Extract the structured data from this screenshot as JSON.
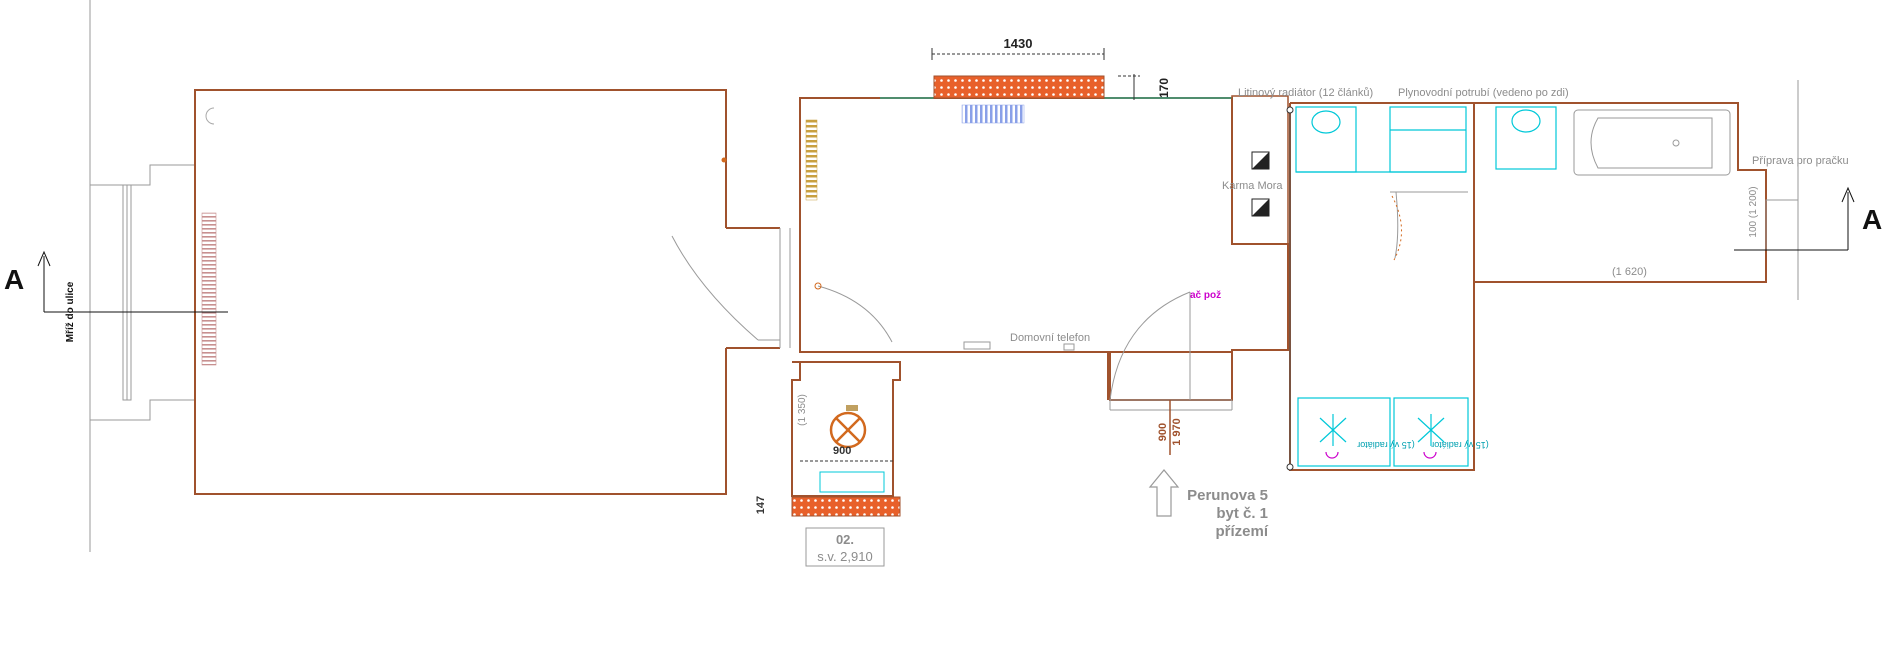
{
  "section": {
    "marker": "A"
  },
  "labels": {
    "mriz": "Mříž do ulice",
    "dim_top": "1430",
    "dim_170": "170",
    "radiator": "Litinový radiátor (12 článků)",
    "gas_pipe": "Plynovodní potrubí (vedeno po zdi)",
    "pracka": "Příprava pro pračku",
    "karma": "Karma Mora",
    "dim_1200": "100 (1 200)",
    "dim_1620": "(1 620)",
    "domovni_telefon": "Domovní telefon",
    "dim_1350": "(1 350)",
    "dim_900": "900",
    "dim_147": "147",
    "door_900": "900",
    "door_1970": "1 970",
    "radiator_low_1": "(15 vý radiátor",
    "radiator_low_2": "(15 vý radiátor",
    "pozar": "ač pož"
  },
  "address": {
    "line1": "Perunova 5",
    "line2": "byt č. 1",
    "line3": "přízemí"
  },
  "level_box": {
    "room": "02.",
    "height": "s.v. 2,910"
  },
  "colors": {
    "wall": "#a0522d",
    "wall_accent": "#d2691e",
    "fixtures": "#00c8d8",
    "hatch": "#e8602a",
    "text_gray": "#8c8c8c",
    "magenta": "#cc00cc",
    "radiator_heater": "#d4a017",
    "radiator_blue": "#8aa0e8"
  }
}
